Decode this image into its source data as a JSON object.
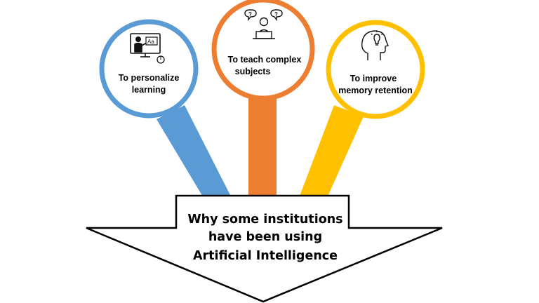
{
  "colors": {
    "blue": "#5b9bd5",
    "orange": "#ed7d31",
    "yellow": "#ffc000",
    "arrow_fill": "#ffffff",
    "arrow_stroke": "#000000"
  },
  "bubbles": [
    {
      "id": "personalize",
      "icon": "teacher-screen-icon",
      "lines": [
        "To personalize",
        "learning"
      ]
    },
    {
      "id": "complex",
      "icon": "student-thinking-icon",
      "lines": [
        "To teach complex",
        "subjects"
      ]
    },
    {
      "id": "memory",
      "icon": "head-lightbulb-icon",
      "lines": [
        "To improve",
        "memory retention"
      ]
    }
  ],
  "arrow": {
    "lines": [
      "Why some institutions",
      "have been using",
      "Artificial Intelligence"
    ]
  }
}
